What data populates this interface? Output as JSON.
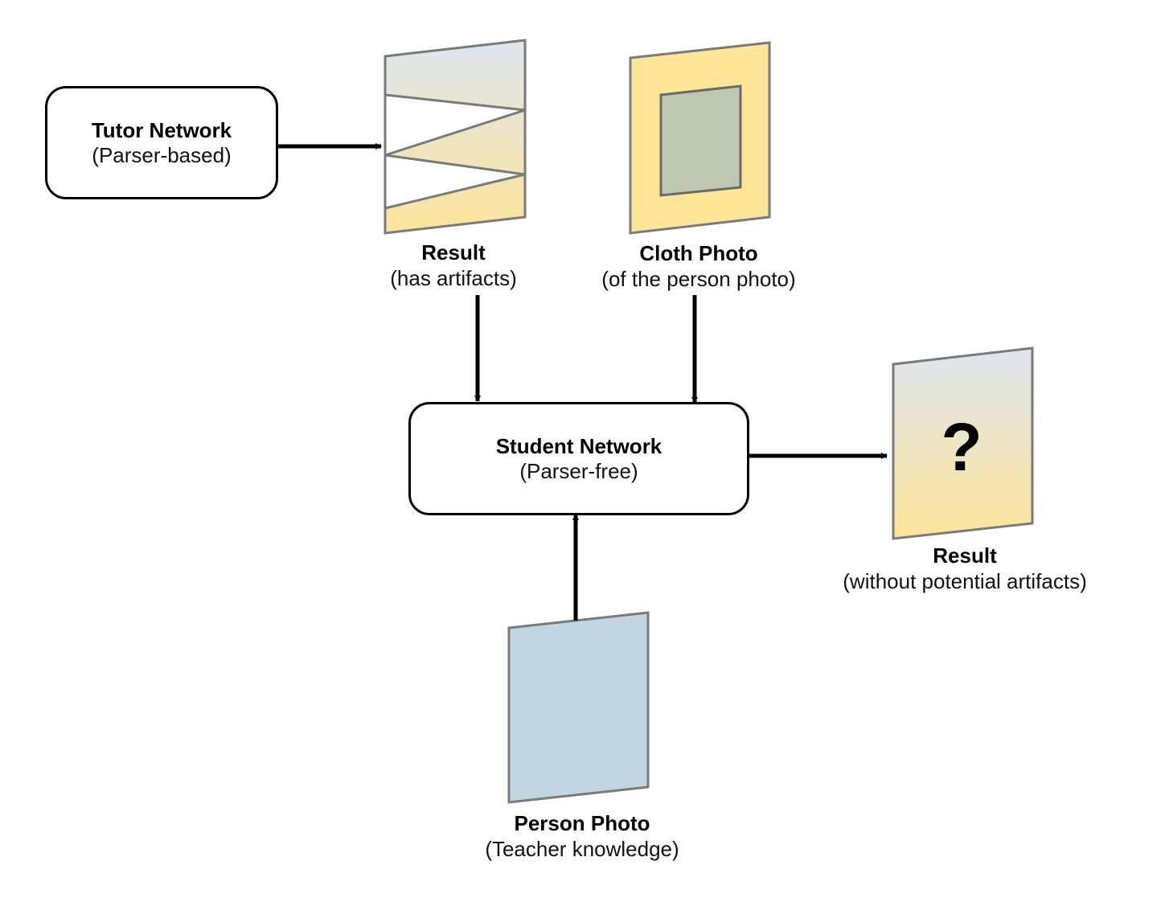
{
  "tutor": {
    "title": "Tutor Network",
    "subtitle": "(Parser-based)"
  },
  "student": {
    "title": "Student Network",
    "subtitle": "(Parser-free)"
  },
  "tutor_result": {
    "title": "Result",
    "subtitle": "(has artifacts)"
  },
  "cloth_photo": {
    "title": "Cloth Photo",
    "subtitle": "(of the person photo)"
  },
  "person_photo": {
    "title": "Person Photo",
    "subtitle": "(Teacher knowledge)"
  },
  "final_result": {
    "title": "Result",
    "subtitle": "(without potential artifacts)",
    "mark": "?"
  },
  "colors": {
    "gradient_top": "#dde5ee",
    "gradient_bottom": "#fde49a",
    "cloth_outer": "#fee597",
    "cloth_inner": "#bec8b0",
    "person": "#c2d5e2",
    "panel_border": "#7a7a7a",
    "arrow": "#000000"
  }
}
